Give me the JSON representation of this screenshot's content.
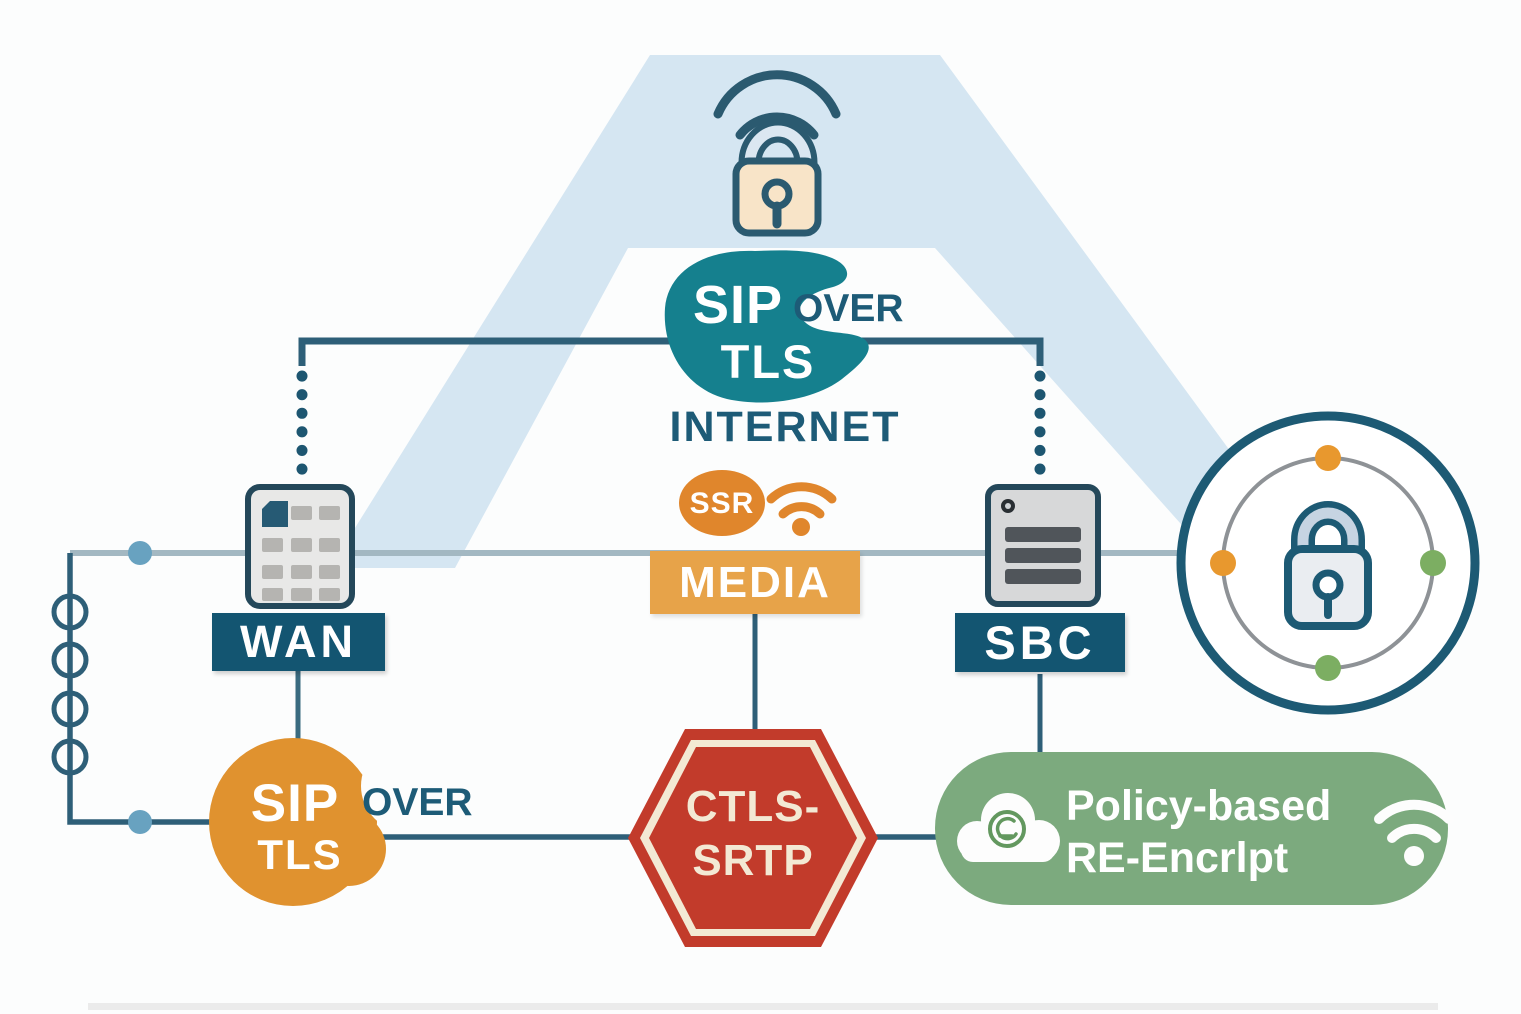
{
  "nodes": {
    "top_secure_link": {
      "sip": "SIP",
      "over": "OVER",
      "tls": "TLS"
    },
    "internet": {
      "label": "INTERNET"
    },
    "ssr": {
      "label": "SSR"
    },
    "media": {
      "label": "MEDIA"
    },
    "wan": {
      "label": "WAN"
    },
    "sbc": {
      "label": "SBC"
    },
    "bottom_secure_link": {
      "sip": "SIP",
      "over": "OVER",
      "tls": "TLS"
    },
    "ctls_srtp": {
      "line1": "CTLS-",
      "line2": "SRTP"
    },
    "policy": {
      "line1": "Policy-based",
      "line2": "RE-Encrlpt"
    }
  },
  "icons": [
    "wireless-lock-icon",
    "ssr-wifi-icon",
    "wan-gateway-device-icon",
    "sbc-server-device-icon",
    "orbit-lock-icon",
    "cloud-reencrypt-icon",
    "policy-wifi-icon"
  ],
  "colors": {
    "band_blue": "#d5e6f2",
    "dark_teal": "#135571",
    "line_teal": "#2e5f78",
    "light_line": "#a3b8c2",
    "teal_blob": "#15808e",
    "orange": "#e0862c",
    "media_orange": "#e7a349",
    "sip_orange": "#e0922f",
    "hex_red": "#c23b2b",
    "cream": "#f3e9d4",
    "pill_green": "#7caa7e",
    "dot_blue": "#68a2c0",
    "dot_orange": "#e8982e",
    "dot_green": "#7cae62",
    "lock_body_cream": "#f8e4c8"
  }
}
